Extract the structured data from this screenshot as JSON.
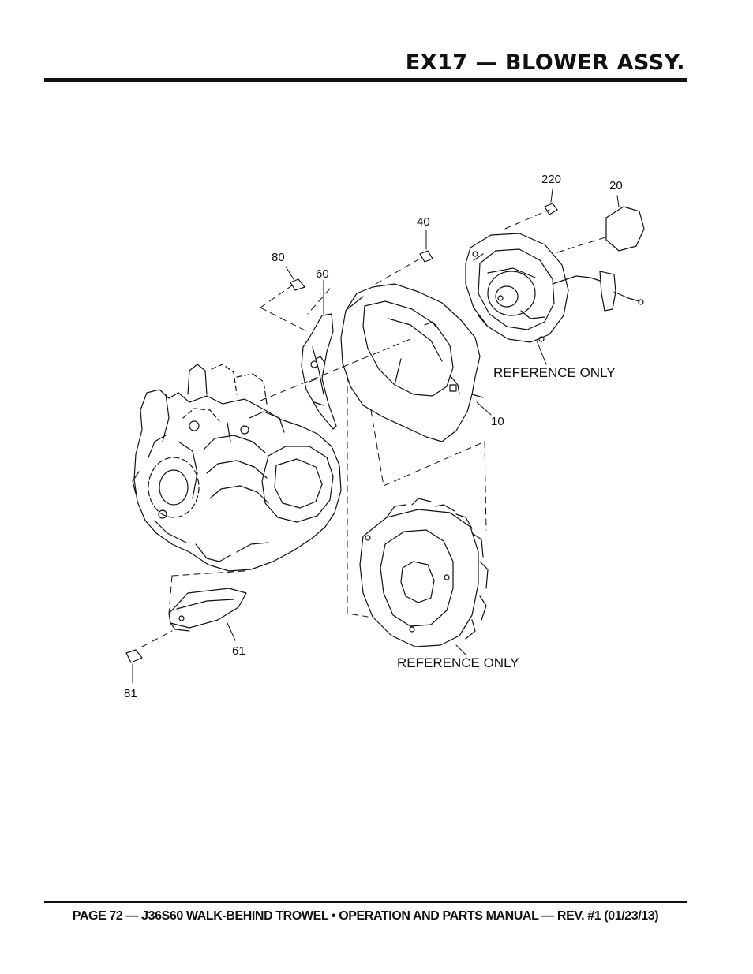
{
  "header": {
    "title": "EX17 — BLOWER ASSY."
  },
  "diagram": {
    "callouts": {
      "c220": "220",
      "c20": "20",
      "c40": "40",
      "c80": "80",
      "c60": "60",
      "c10": "10",
      "c61": "61",
      "c81": "81"
    },
    "reference_starter": "REFERENCE ONLY",
    "reference_flywheel": "REFERENCE ONLY"
  },
  "footer": {
    "text": "PAGE 72 — J36S60 WALK-BEHIND TROWEL • OPERATION AND PARTS MANUAL — REV. #1 (01/23/13)"
  }
}
